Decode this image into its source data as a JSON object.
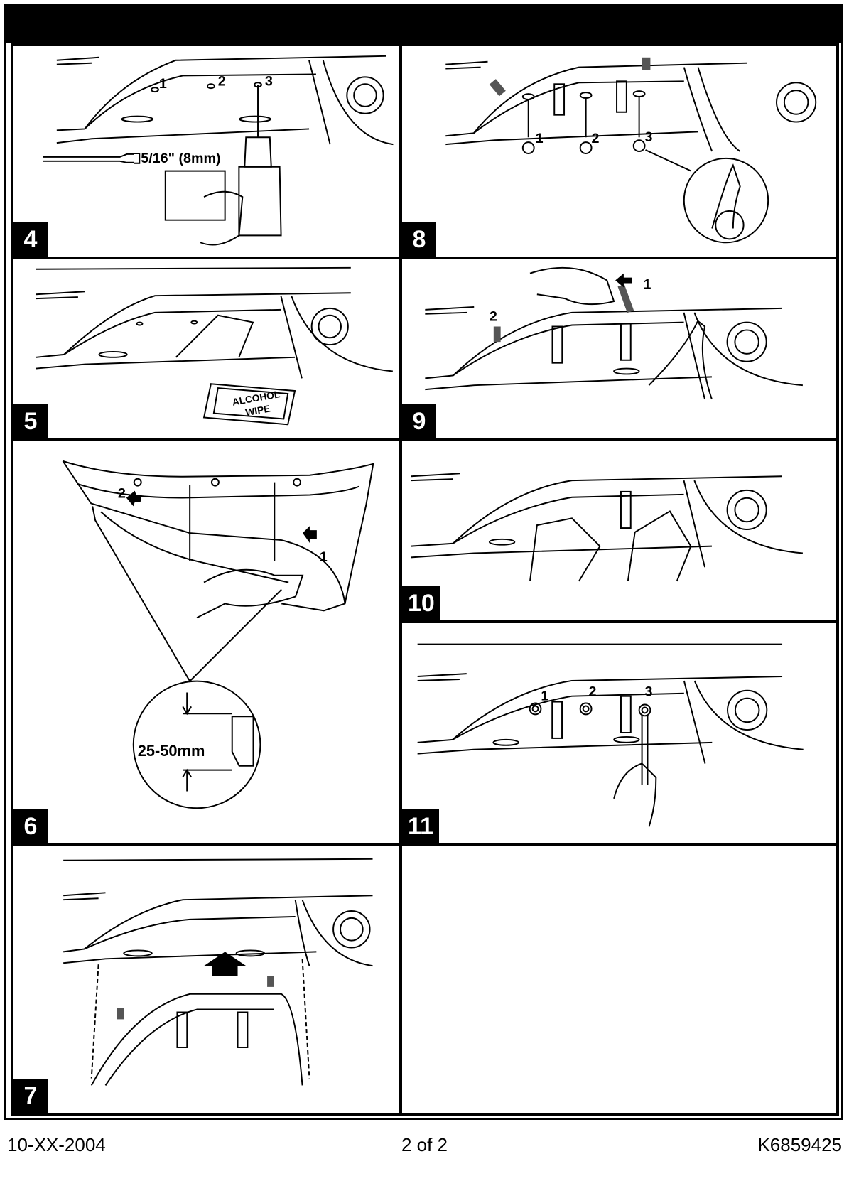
{
  "steps": [
    {
      "number": "4",
      "callouts": [
        "1",
        "2",
        "3"
      ],
      "drill_label": "5/16\" (8mm)"
    },
    {
      "number": "8",
      "callouts": [
        "1",
        "2",
        "3"
      ]
    },
    {
      "number": "5",
      "wipe_label_line1": "ALCOHOL",
      "wipe_label_line2": "WIPE"
    },
    {
      "number": "9",
      "callouts": [
        "1",
        "2"
      ]
    },
    {
      "number": "6",
      "callouts": [
        "2",
        "1"
      ],
      "measure_label": "25-50mm"
    },
    {
      "number": "10"
    },
    {
      "number": "11",
      "callouts": [
        "1",
        "2",
        "3"
      ]
    },
    {
      "number": "7"
    }
  ],
  "footer": {
    "date": "10-XX-2004",
    "page": "2 of 2",
    "part_number": "K6859425"
  }
}
